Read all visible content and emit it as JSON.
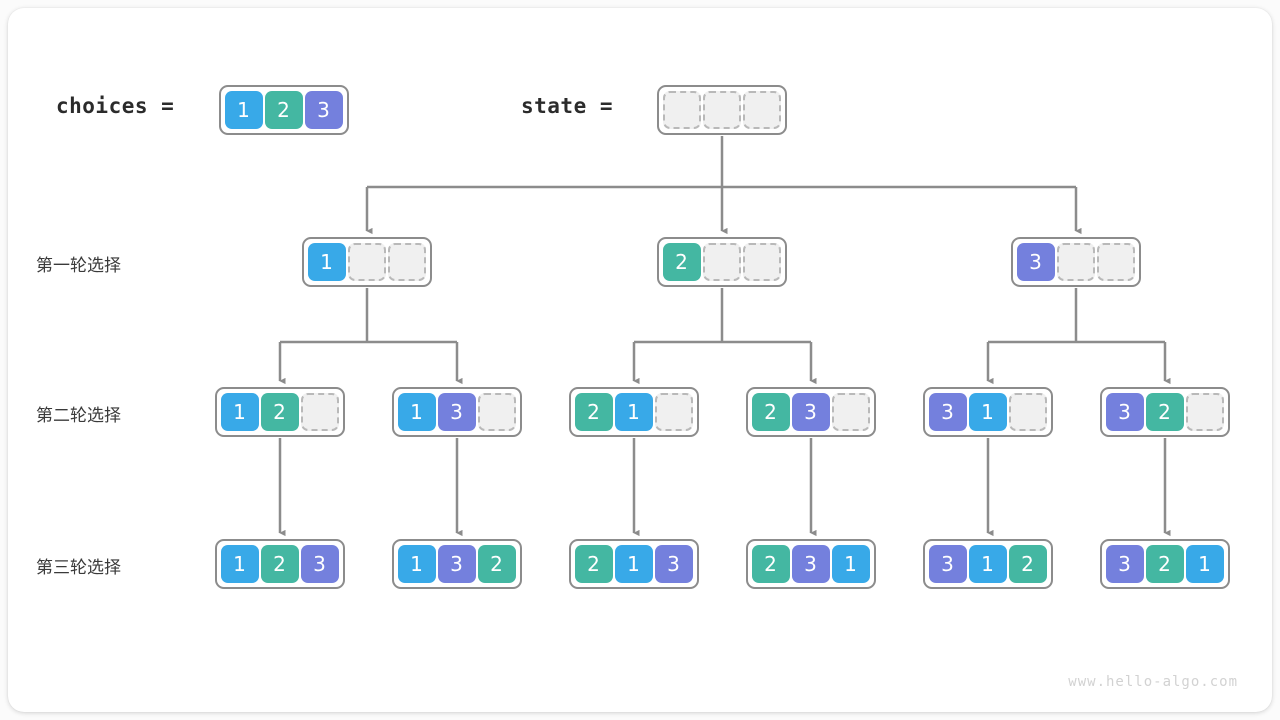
{
  "diagram": {
    "watermark": "www.hello-algo.com",
    "colors": {
      "value_1": "#38a9e8",
      "value_2": "#44b7a2",
      "value_3": "#7480dd",
      "empty_cell": "#f0f0f0",
      "empty_border": "#b9b9b9",
      "box_border": "#8c8c8c",
      "wire": "#8c8c8c",
      "card": "#ffffff",
      "page": "#fbfbfb"
    },
    "header": {
      "choices_label": "choices =",
      "choices_values": [
        "1",
        "2",
        "3"
      ],
      "state_label": "state =",
      "state_values": [
        "",
        "",
        ""
      ]
    },
    "row_labels": {
      "level1": "第一轮选择",
      "level2": "第二轮选择",
      "level3": "第三轮选择"
    },
    "levels": [
      {
        "name": "level1",
        "label": "第一轮选择",
        "nodes": [
          {
            "values": [
              "1",
              "",
              ""
            ]
          },
          {
            "values": [
              "2",
              "",
              ""
            ]
          },
          {
            "values": [
              "3",
              "",
              ""
            ]
          }
        ]
      },
      {
        "name": "level2",
        "label": "第二轮选择",
        "nodes": [
          {
            "values": [
              "1",
              "2",
              ""
            ]
          },
          {
            "values": [
              "1",
              "3",
              ""
            ]
          },
          {
            "values": [
              "2",
              "1",
              ""
            ]
          },
          {
            "values": [
              "2",
              "3",
              ""
            ]
          },
          {
            "values": [
              "3",
              "1",
              ""
            ]
          },
          {
            "values": [
              "3",
              "2",
              ""
            ]
          }
        ]
      },
      {
        "name": "level3",
        "label": "第三轮选择",
        "nodes": [
          {
            "values": [
              "1",
              "2",
              "3"
            ]
          },
          {
            "values": [
              "1",
              "3",
              "2"
            ]
          },
          {
            "values": [
              "2",
              "1",
              "3"
            ]
          },
          {
            "values": [
              "2",
              "3",
              "1"
            ]
          },
          {
            "values": [
              "3",
              "1",
              "2"
            ]
          },
          {
            "values": [
              "3",
              "2",
              "1"
            ]
          }
        ]
      }
    ]
  }
}
